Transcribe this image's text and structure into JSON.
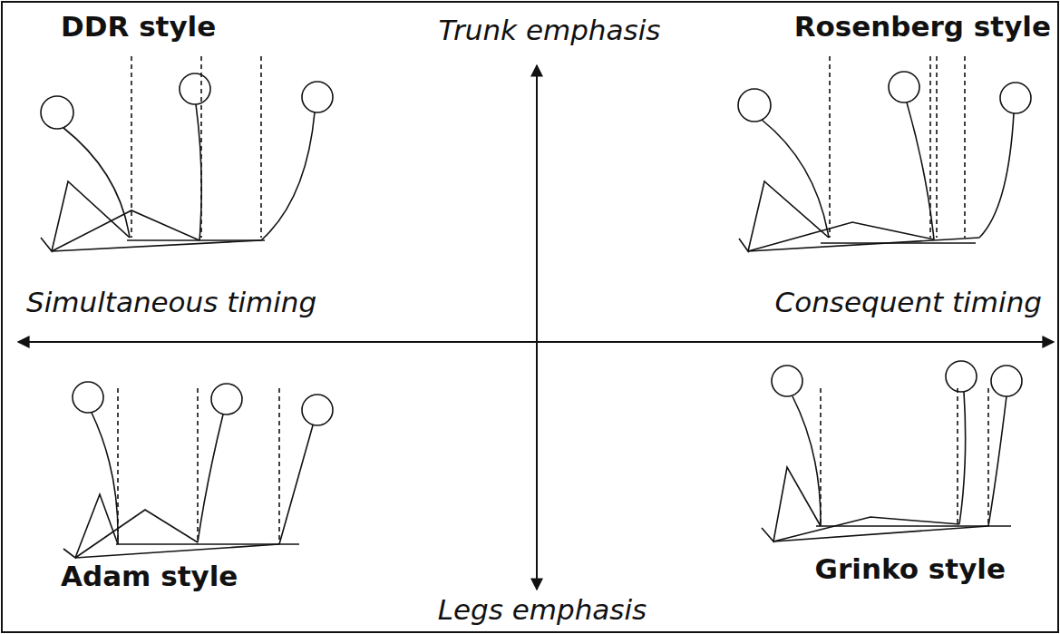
{
  "diagram": {
    "labels": [
      "DDR style",
      "Trunk emphasis",
      "Rosenberg style",
      "Simultaneous timing",
      "Consequent timing",
      "Adam style",
      "Legs emphasis",
      "Grinko style"
    ]
  }
}
